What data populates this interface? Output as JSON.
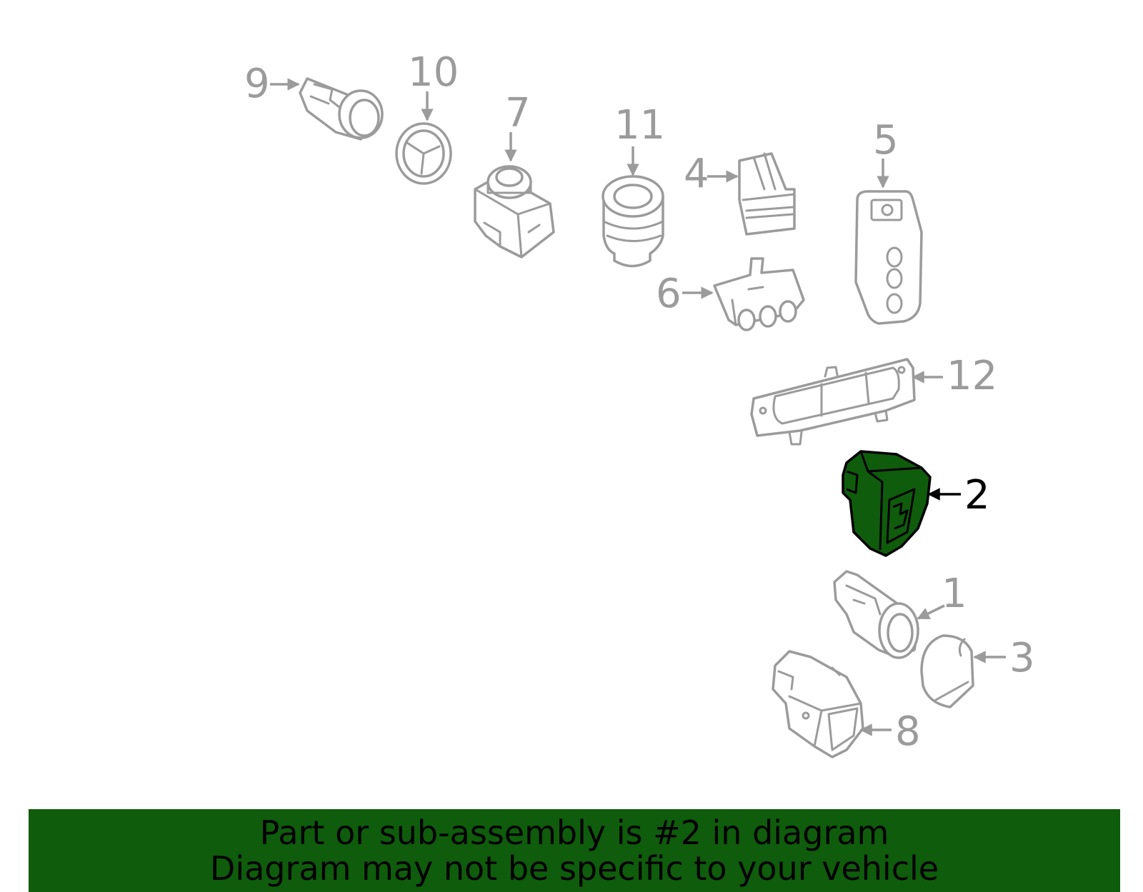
{
  "colors": {
    "highlight": "#0f5c0c",
    "banner": "#0f5c0c",
    "part_stroke": "#9b9b9b",
    "highlight_stroke": "#000000"
  },
  "callouts": {
    "c1": "1",
    "c2": "2",
    "c3": "3",
    "c4": "4",
    "c5": "5",
    "c6": "6",
    "c7": "7",
    "c8": "8",
    "c9": "9",
    "c10": "10",
    "c11": "11",
    "c12": "12"
  },
  "highlighted_part": "2",
  "banner": {
    "line1": "Part or sub-assembly is #2 in diagram",
    "line2": "Diagram may not be specific to your vehicle"
  }
}
